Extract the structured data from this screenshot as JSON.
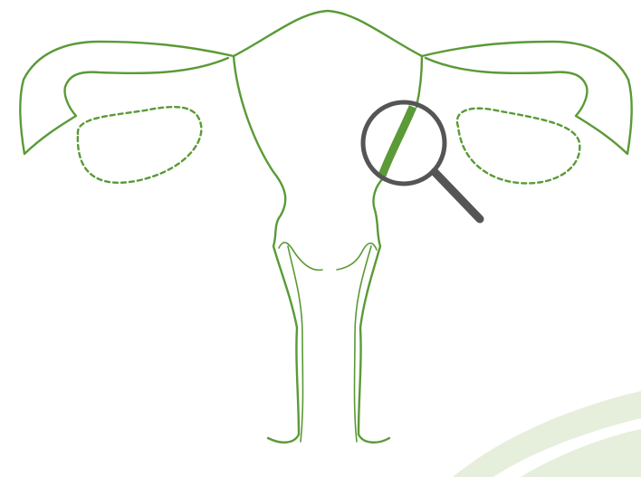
{
  "diagram": {
    "subject": "uterus-outline",
    "palette": {
      "outline": "#5a9a37",
      "highlight": "#5a9a37",
      "magnifier": "#555555",
      "background_swoosh": "#e2ebd7"
    },
    "parts": [
      {
        "id": "uterus-body",
        "icon": "uterus-outline"
      },
      {
        "id": "left-ovary",
        "icon": "dashed-ovary-outline"
      },
      {
        "id": "right-ovary",
        "icon": "dashed-ovary-outline"
      },
      {
        "id": "highlighted-wall",
        "icon": "highlight-stroke"
      },
      {
        "id": "magnifier",
        "icon": "magnifying-glass-icon"
      }
    ]
  }
}
